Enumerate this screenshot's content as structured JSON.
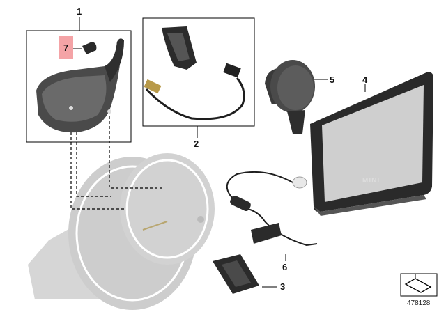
{
  "callouts": {
    "c1": "1",
    "c2": "2",
    "c3": "3",
    "c4": "4",
    "c5": "5",
    "c6": "6",
    "c7": "7"
  },
  "brand": "MINI",
  "reference_number": "478128",
  "colors": {
    "part_dark": "#2b2b2b",
    "part_mid": "#5a5a5a",
    "ghost_cluster": "#cfcfcf",
    "highlight": "#f4a3a6",
    "line": "#000000"
  }
}
